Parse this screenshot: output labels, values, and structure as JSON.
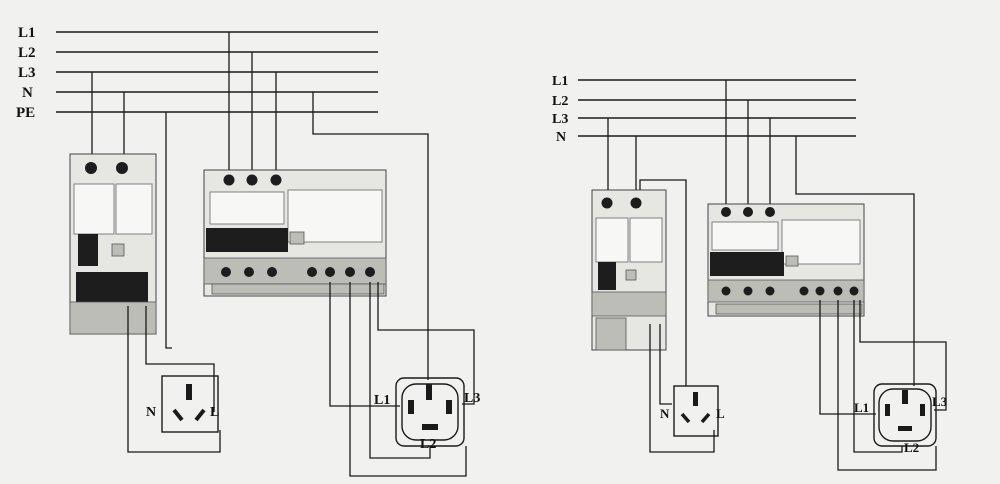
{
  "left_diagram": {
    "bus_labels": [
      "L1",
      "L2",
      "L3",
      "N",
      "PE"
    ],
    "socket_single": {
      "n": "N",
      "l": "L"
    },
    "socket_three": {
      "l1": "L1",
      "l2": "L2",
      "l3": "L3"
    }
  },
  "right_diagram": {
    "bus_labels": [
      "L1",
      "L2",
      "L3",
      "N"
    ],
    "socket_single": {
      "n": "N",
      "l": "L"
    },
    "socket_three": {
      "l1": "L1",
      "l2": "L2",
      "l3": "L3"
    }
  },
  "colors": {
    "background": "#f1f1ef",
    "wire": "#1a1a1a"
  }
}
